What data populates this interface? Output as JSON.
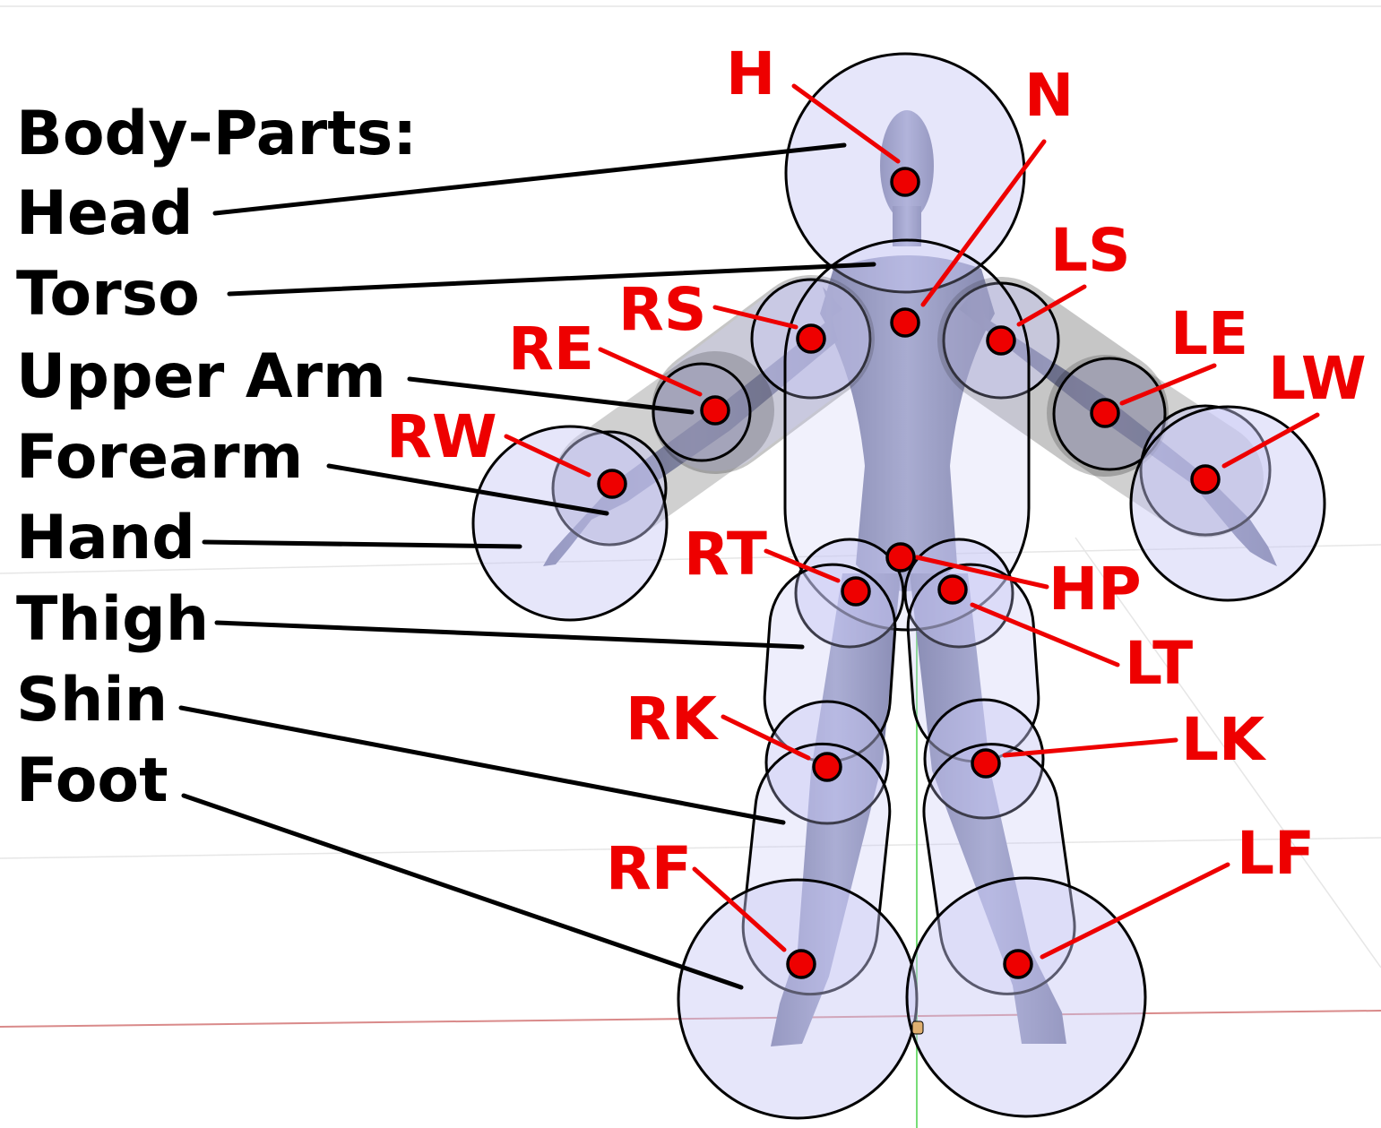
{
  "legend": {
    "title": "Body-Parts:",
    "parts": [
      {
        "id": "head",
        "label": "Head"
      },
      {
        "id": "torso",
        "label": "Torso"
      },
      {
        "id": "upper-arm",
        "label": "Upper Arm"
      },
      {
        "id": "forearm",
        "label": "Forearm"
      },
      {
        "id": "hand",
        "label": "Hand"
      },
      {
        "id": "thigh",
        "label": "Thigh"
      },
      {
        "id": "shin",
        "label": "Shin"
      },
      {
        "id": "foot",
        "label": "Foot"
      }
    ]
  },
  "joints": [
    {
      "id": "head",
      "label": "H"
    },
    {
      "id": "neck",
      "label": "N"
    },
    {
      "id": "left-shoulder",
      "label": "LS"
    },
    {
      "id": "right-shoulder",
      "label": "RS"
    },
    {
      "id": "right-elbow",
      "label": "RE"
    },
    {
      "id": "left-elbow",
      "label": "LE"
    },
    {
      "id": "left-wrist",
      "label": "LW"
    },
    {
      "id": "right-wrist",
      "label": "RW"
    },
    {
      "id": "right-thigh",
      "label": "RT"
    },
    {
      "id": "hip",
      "label": "HP"
    },
    {
      "id": "left-thigh",
      "label": "LT"
    },
    {
      "id": "right-knee",
      "label": "RK"
    },
    {
      "id": "left-knee",
      "label": "LK"
    },
    {
      "id": "right-foot",
      "label": "RF"
    },
    {
      "id": "left-foot",
      "label": "LF"
    }
  ],
  "colors": {
    "joint": "#ee0000",
    "leader_black": "#000000",
    "collision_fill": "#c8c8f5",
    "figure": "#8a8db8"
  }
}
